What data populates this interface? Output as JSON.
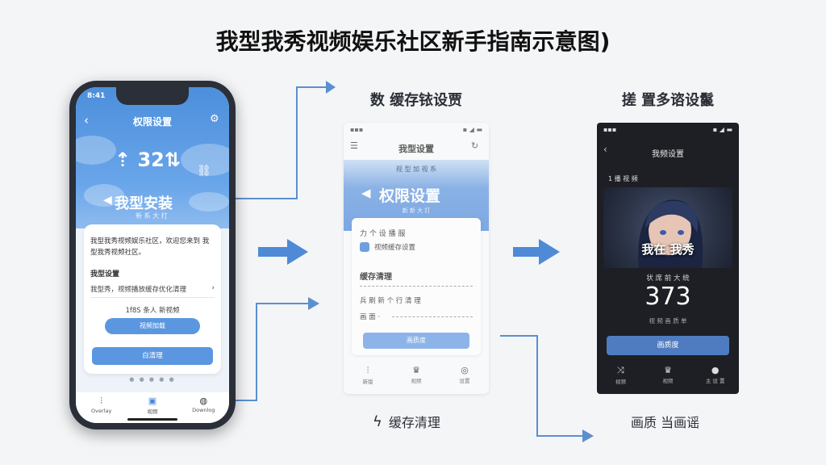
{
  "page": {
    "title": "我型我秀视频娱乐社区新手指南示意图)"
  },
  "headings": {
    "step2": "数 缓存铱设贾",
    "step3": "搓 置多谘设鬣"
  },
  "captions": {
    "step2": "缓存清理",
    "step3": "画质 当画谣"
  },
  "icons": {
    "caption_step2": "lightning-icon"
  },
  "phone1": {
    "status_time": "8:41",
    "header_title": "权限设置",
    "counter": "32",
    "brand": "我型安装",
    "brand_sub": "新 系 大 打",
    "intro": "我型我秀视频娱乐社区，欢迎您来到 我型我秀视频社区。",
    "section": "我型设置",
    "row_text": "我型秀，视频播放缓存优化清理",
    "info": "1f8S 条人  新视频",
    "button_pill": "视频加载",
    "button_wide": "白清理",
    "nav": [
      {
        "label": "Overlay",
        "icon": "filters-icon"
      },
      {
        "label": "视频",
        "icon": "calendar-icon"
      },
      {
        "label": "Downlog",
        "icon": "globe-icon"
      }
    ]
  },
  "phone2": {
    "header_title": "我型设置",
    "band_sub": "视 型 加 视 系",
    "band_title": "权限设置",
    "band_small": "新 新 大 打",
    "card_head": "力 个 设 播 服",
    "card_item": "视频缓存设置",
    "card_section": "缓存清理",
    "row1": "兵 刷 新 个 行 清 理",
    "row2": "画 面 ·",
    "button": "画质度",
    "nav": [
      {
        "label": "新版",
        "icon": "filters-icon"
      },
      {
        "label": "视频",
        "icon": "crown-icon"
      },
      {
        "label": "设置",
        "icon": "target-icon"
      }
    ]
  },
  "phone3": {
    "header_title": "我频设置",
    "label": "1 播 视 频",
    "art_line": "我在 我秀",
    "sub": "状 席 前 大 统",
    "number": "373",
    "unit": "视 频 画 质 单",
    "button": "画质度",
    "nav": [
      {
        "label": "视频",
        "icon": "shuffle-icon"
      },
      {
        "label": "视频",
        "icon": "crown-icon"
      },
      {
        "label": "主 设 置",
        "icon": "dot-icon"
      }
    ]
  },
  "colors": {
    "accent": "#4a88db",
    "arrow": "#5b8fcf",
    "dark_screen": "#1d1f24"
  }
}
